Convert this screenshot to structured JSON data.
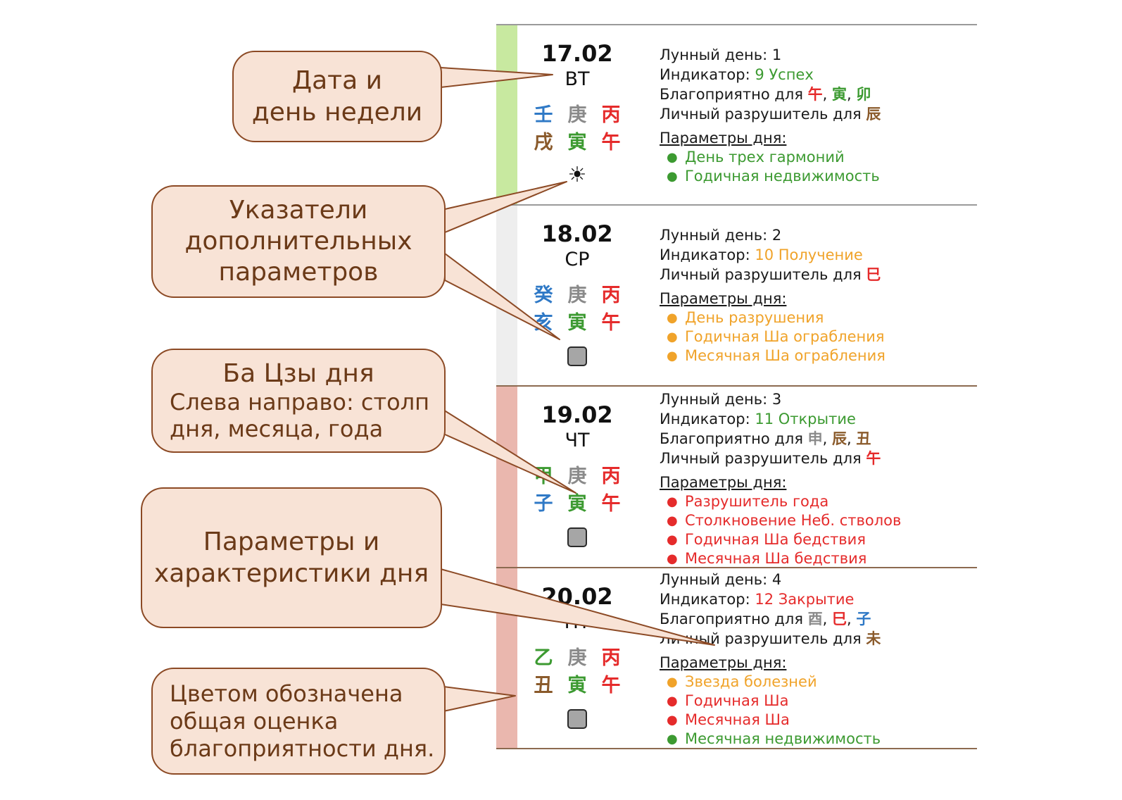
{
  "colors": {
    "green": "#3c9a31",
    "orange": "#f0a32a",
    "red": "#e52b2b",
    "blue": "#2f79c6",
    "gray": "#8a8a8a",
    "brown": "#8a5a2b",
    "bar_green": "#c8e9a0",
    "bar_gray": "#eeeeee",
    "bar_red": "#eab7ae"
  },
  "callouts": {
    "date": [
      "Дата и",
      "день недели"
    ],
    "indicators": [
      "Указатели",
      "дополнительных",
      "параметров"
    ],
    "bazi": {
      "title": "Ба Цзы дня",
      "lines": [
        "Слева направо: столп",
        "дня, месяца, года"
      ]
    },
    "params": [
      "Параметры и",
      "характеристики дня"
    ],
    "color": [
      "Цветом обозначена",
      "общая оценка",
      "благоприятности дня."
    ]
  },
  "labels": {
    "lunar_day": "Лунный день: ",
    "indicator": "Индикатор: ",
    "favorable_for": "Благоприятно для ",
    "personal_destroyer": "Личный разрушитель для ",
    "params_title": "Параметры дня:"
  },
  "days": [
    {
      "date": "17.02",
      "weekday": "ВТ",
      "score": "green",
      "marker": "sun-icon",
      "marker_glyph": "☀",
      "pillars": [
        {
          "char": "壬",
          "color": "blue"
        },
        {
          "char": "庚",
          "color": "gray"
        },
        {
          "char": "丙",
          "color": "red"
        },
        {
          "char": "戌",
          "color": "brown"
        },
        {
          "char": "寅",
          "color": "green"
        },
        {
          "char": "午",
          "color": "red"
        }
      ],
      "lunar_day": "1",
      "indicator": {
        "text": "9 Успех",
        "color": "green"
      },
      "favorable": [
        {
          "char": "午",
          "color": "red"
        },
        {
          "char": "寅",
          "color": "green"
        },
        {
          "char": "卯",
          "color": "green"
        }
      ],
      "destroyer": [
        {
          "char": "辰",
          "color": "brown"
        }
      ],
      "params": [
        {
          "text": "День трех гармоний",
          "color": "green"
        },
        {
          "text": "Годичная недвижимость",
          "color": "green"
        }
      ]
    },
    {
      "date": "18.02",
      "weekday": "СР",
      "score": "gray",
      "marker": "square-icon",
      "pillars": [
        {
          "char": "癸",
          "color": "blue"
        },
        {
          "char": "庚",
          "color": "gray"
        },
        {
          "char": "丙",
          "color": "red"
        },
        {
          "char": "亥",
          "color": "blue"
        },
        {
          "char": "寅",
          "color": "green"
        },
        {
          "char": "午",
          "color": "red"
        }
      ],
      "lunar_day": "2",
      "indicator": {
        "text": "10 Получение",
        "color": "orange"
      },
      "favorable": [],
      "destroyer": [
        {
          "char": "巳",
          "color": "red"
        }
      ],
      "params": [
        {
          "text": "День разрушения",
          "color": "orange"
        },
        {
          "text": "Годичная Ша ограбления",
          "color": "orange"
        },
        {
          "text": "Месячная Ша ограбления",
          "color": "orange"
        }
      ]
    },
    {
      "date": "19.02",
      "weekday": "ЧТ",
      "score": "red",
      "marker": "square-icon",
      "pillars": [
        {
          "char": "甲",
          "color": "green"
        },
        {
          "char": "庚",
          "color": "gray"
        },
        {
          "char": "丙",
          "color": "red"
        },
        {
          "char": "子",
          "color": "blue"
        },
        {
          "char": "寅",
          "color": "green"
        },
        {
          "char": "午",
          "color": "red"
        }
      ],
      "lunar_day": "3",
      "indicator": {
        "text": "11 Открытие",
        "color": "green"
      },
      "favorable": [
        {
          "char": "申",
          "color": "gray"
        },
        {
          "char": "辰",
          "color": "brown"
        },
        {
          "char": "丑",
          "color": "brown"
        }
      ],
      "destroyer": [
        {
          "char": "午",
          "color": "red"
        }
      ],
      "params": [
        {
          "text": "Разрушитель года",
          "color": "red"
        },
        {
          "text": "Столкновение Неб. стволов",
          "color": "red"
        },
        {
          "text": "Годичная Ша бедствия",
          "color": "red"
        },
        {
          "text": "Месячная Ша бедствия",
          "color": "red"
        }
      ]
    },
    {
      "date": "20.02",
      "weekday": "ПТ",
      "score": "red",
      "marker": "square-icon",
      "pillars": [
        {
          "char": "乙",
          "color": "green"
        },
        {
          "char": "庚",
          "color": "gray"
        },
        {
          "char": "丙",
          "color": "red"
        },
        {
          "char": "丑",
          "color": "brown"
        },
        {
          "char": "寅",
          "color": "green"
        },
        {
          "char": "午",
          "color": "red"
        }
      ],
      "lunar_day": "4",
      "indicator": {
        "text": "12 Закрытие",
        "color": "red"
      },
      "favorable": [
        {
          "char": "酉",
          "color": "gray"
        },
        {
          "char": "巳",
          "color": "red"
        },
        {
          "char": "子",
          "color": "blue"
        }
      ],
      "destroyer": [
        {
          "char": "未",
          "color": "brown"
        }
      ],
      "params": [
        {
          "text": "Звезда болезней",
          "color": "orange"
        },
        {
          "text": "Годичная Ша",
          "color": "red"
        },
        {
          "text": "Месячная Ша",
          "color": "red"
        },
        {
          "text": "Месячная недвижимость",
          "color": "green"
        }
      ]
    }
  ]
}
